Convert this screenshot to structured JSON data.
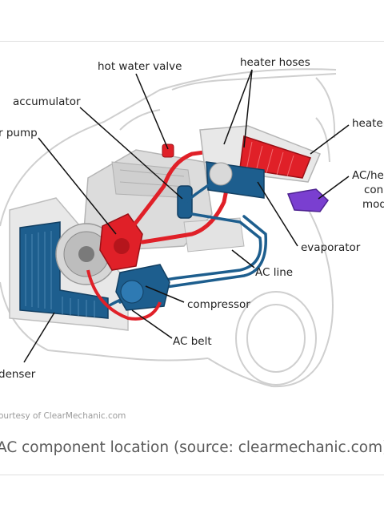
{
  "labels": {
    "hot_water_valve": "hot water valve",
    "heater_hoses": "heater hoses",
    "accumulator": "accumulator",
    "heater": "heater",
    "water_pump": "r pump",
    "ac_control_line1": "AC/he",
    "ac_control_line2": "con",
    "ac_control_line3": "mod",
    "evaporator": "evaporator",
    "ac_line": "AC line",
    "compressor": "compressor",
    "ac_belt": "AC belt",
    "condenser": "denser"
  },
  "credit": "ourtesy of ClearMechanic.com",
  "caption": "AC component location (source: clearmechanic.com)",
  "colors": {
    "hot_coolant": "#e02028",
    "refrigerant": "#1d5e8e",
    "control_module": "#7a3fd0",
    "outline": "#c8c8c8",
    "engine": "#d9d9d9"
  }
}
